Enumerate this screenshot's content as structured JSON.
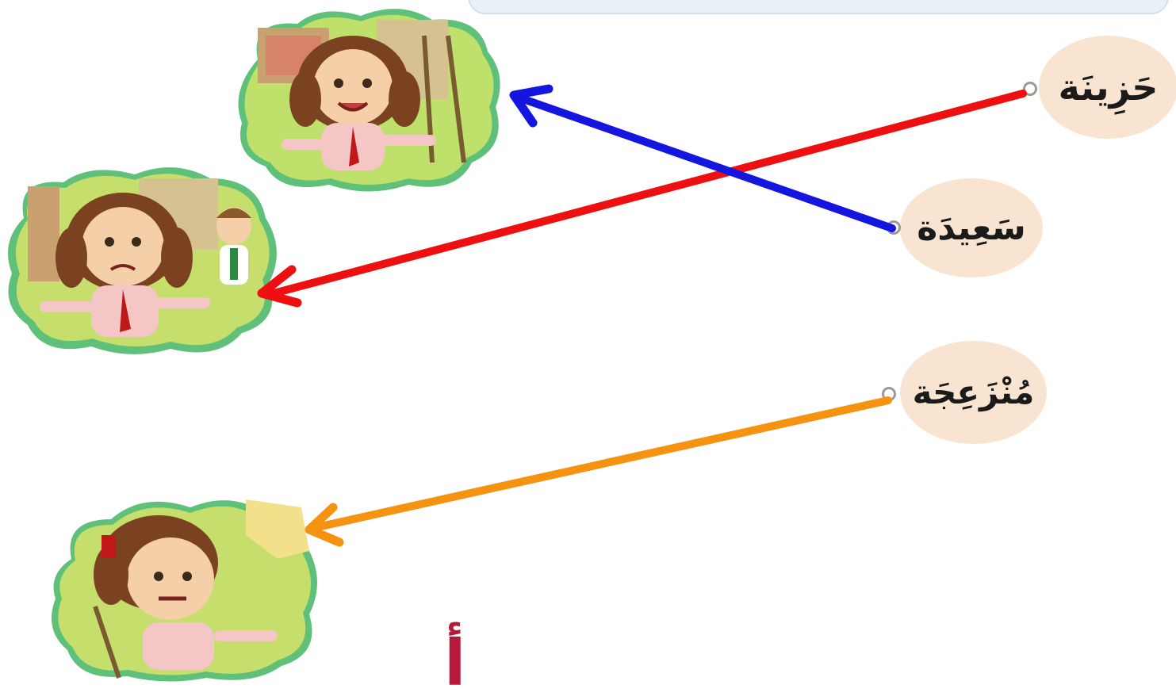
{
  "words": [
    {
      "text": "حَزِينَة"
    },
    {
      "text": "سَعِيدَة"
    },
    {
      "text": "مُنْزَعِجَة"
    }
  ],
  "pictures": [
    {
      "icon": "happy-girl-picture"
    },
    {
      "icon": "sad-girl-picture"
    },
    {
      "icon": "upset-girl-picture"
    }
  ],
  "connections": [
    {
      "from_word": "حَزِينَة",
      "to_picture": "sad-girl-picture",
      "color": "#ee1010"
    },
    {
      "from_word": "سَعِيدَة",
      "to_picture": "happy-girl-picture",
      "color": "#1515e0"
    },
    {
      "from_word": "مُنْزَعِجَة",
      "to_picture": "upset-girl-picture",
      "color": "#f5920f"
    }
  ],
  "bottom_text": "أ"
}
